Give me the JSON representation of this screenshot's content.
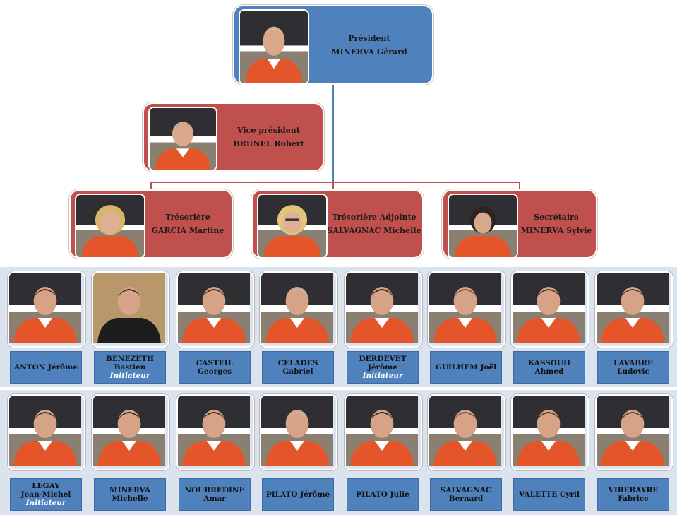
{
  "colors": {
    "president_box": "#4f81bd",
    "officer_box": "#c0504d",
    "member_label": "#4f81bd",
    "band": "#dbe3ef",
    "jersey": "#e4562a"
  },
  "president": {
    "role": "Président",
    "name": "MINERVA Gérard"
  },
  "vice_president": {
    "role": "Vice président",
    "name": "BRUNEL Robert"
  },
  "officers": [
    {
      "role": "Trésorière",
      "name": "GARCIA Martine"
    },
    {
      "role": "Trésorière Adjointe",
      "name": "SALVAGNAC Michelle"
    },
    {
      "role": "Secrétaire",
      "name": "MINERVA Sylvie"
    }
  ],
  "members_row1": [
    {
      "line1": "ANTON Jérôme"
    },
    {
      "line1": "BENEZETH",
      "line2": "Bastien",
      "tag": "Initiateur"
    },
    {
      "line1": "CASTEIL",
      "line2": "Georges"
    },
    {
      "line1": "CELADES",
      "line2": "Gabriel"
    },
    {
      "line1": "DERDEVET",
      "line2": "Jérôme",
      "tag": "Initiateur"
    },
    {
      "line1": "GUILHEM Joël"
    },
    {
      "line1": "KASSOUH",
      "line2": "Ahmed"
    },
    {
      "line1": "LAVABRE",
      "line2": "Ludovic"
    }
  ],
  "members_row2": [
    {
      "line1": "LEGAY",
      "line2": "Jean-Michel",
      "tag": "Initiateur"
    },
    {
      "line1": "MINERVA",
      "line2": "Michelle"
    },
    {
      "line1": "NOURREDINE",
      "line2": "Amar"
    },
    {
      "line1": "PILATO Jérôme"
    },
    {
      "line1": "PILATO Julie"
    },
    {
      "line1": "SALVAGNAC",
      "line2": "Bernard"
    },
    {
      "line1": "VALETTE Cyril"
    },
    {
      "line1": "VIREBAYRE",
      "line2": "Fabrice"
    }
  ]
}
